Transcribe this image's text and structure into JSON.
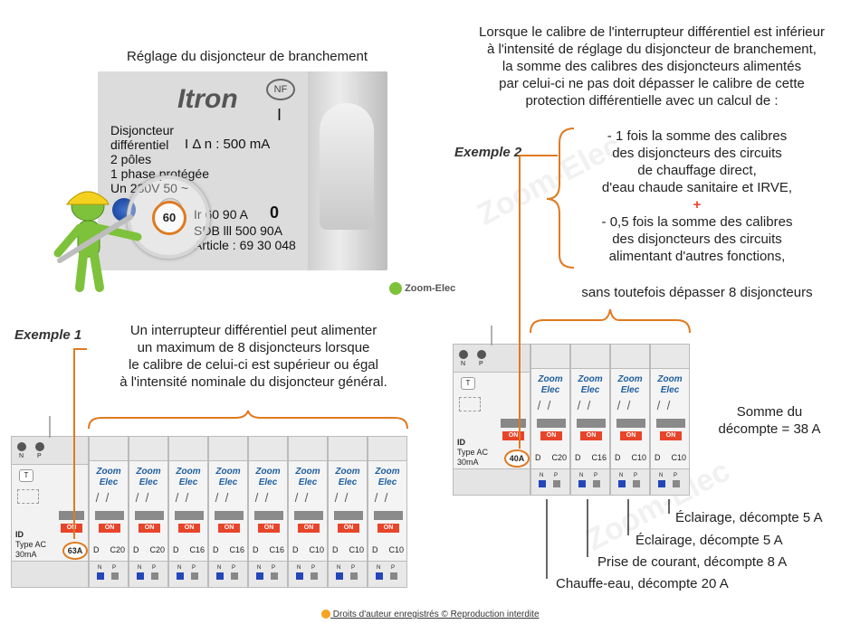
{
  "photo": {
    "title": "Réglage du disjoncteur de branchement",
    "brand": "Itron",
    "nf": "NF",
    "line1": "Disjoncteur",
    "line2": "différentiel",
    "line2b": "I Δ n : 500 mA",
    "line3": "2 pôles",
    "line4": "1 phase protégée",
    "line5": "Un 230V 50 ~",
    "dial": "60",
    "ir": "Ir 60 90 A",
    "zero": "0",
    "sdb": "SDB lll 500 90A",
    "article": "Article : 69 30 048",
    "one": "I"
  },
  "logo": {
    "text": "Zoom-Elec"
  },
  "right_text": {
    "lines": [
      "Lorsque le calibre de l'interrupteur différentiel est inférieur",
      "à l'intensité de réglage du disjoncteur de branchement,",
      "la somme des calibres des disjoncteurs alimentés",
      "par celui-ci ne pas doit dépasser le calibre de cette",
      "protection différentielle avec un calcul de :"
    ]
  },
  "example2": {
    "label": "Exemple 2",
    "list1": [
      "- 1 fois la somme des calibres",
      "des disjoncteurs des circuits",
      "de chauffage direct,",
      "d'eau chaude sanitaire et IRVE,"
    ],
    "plus": "+",
    "list2": [
      "- 0,5 fois la somme des calibres",
      "des disjoncteurs des circuits",
      "alimentant d'autres fonctions,"
    ],
    "limit": "sans toutefois dépasser 8 disjoncteurs",
    "sum": [
      "Somme du",
      "décompte = 38 A"
    ],
    "annotations": [
      "Éclairage, décompte 5 A",
      "Éclairage, décompte 5 A",
      "Prise de courant, décompte 8 A",
      "Chauffe-eau, décompte 20 A"
    ]
  },
  "example1": {
    "label": "Exemple 1",
    "lines": [
      "Un interrupteur différentiel peut alimenter",
      "un maximum de 8 disjoncteurs lorsque",
      "le calibre de celui-ci est supérieur ou égal",
      "à l'intensité nominale du disjoncteur général."
    ]
  },
  "id_module": {
    "t": "T",
    "id": "ID",
    "type": "Type AC",
    "sens": "30mA",
    "on": "ON",
    "n": "N",
    "p": "P"
  },
  "panel1": {
    "id_rating": "63A",
    "breakers": [
      {
        "curve": "D",
        "rating": "C20"
      },
      {
        "curve": "D",
        "rating": "C20"
      },
      {
        "curve": "D",
        "rating": "C16"
      },
      {
        "curve": "D",
        "rating": "C16"
      },
      {
        "curve": "D",
        "rating": "C16"
      },
      {
        "curve": "D",
        "rating": "C10"
      },
      {
        "curve": "D",
        "rating": "C10"
      },
      {
        "curve": "D",
        "rating": "C10"
      }
    ]
  },
  "panel2": {
    "id_rating": "40A",
    "breakers": [
      {
        "curve": "D",
        "rating": "C20"
      },
      {
        "curve": "D",
        "rating": "C16"
      },
      {
        "curve": "D",
        "rating": "C10"
      },
      {
        "curve": "D",
        "rating": "C10"
      }
    ]
  },
  "breaker_text": {
    "brand1": "Zoom",
    "brand2": "Elec",
    "on": "ON",
    "n": "N",
    "p": "P"
  },
  "footer": "Droits d'auteur enregistrés © Reproduction interdite",
  "colors": {
    "accent": "#e07a20",
    "on": "#e8442a",
    "brand": "#1f5f9e",
    "terminal": "#2346b8"
  }
}
